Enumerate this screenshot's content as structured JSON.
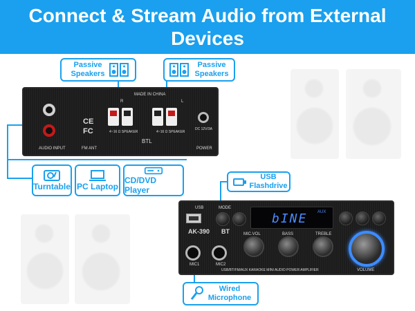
{
  "banner": {
    "title": "Connect & Stream Audio from External Devices"
  },
  "callouts": {
    "passive_left": {
      "line1": "Passive",
      "line2": "Speakers",
      "icon": "speaker-pair-icon"
    },
    "passive_right": {
      "line1": "Passive",
      "line2": "Speakers",
      "icon": "speaker-pair-icon"
    },
    "turntable": {
      "label": "Turntable",
      "icon": "turntable-icon"
    },
    "pc_laptop": {
      "label": "PC Laptop",
      "icon": "laptop-icon"
    },
    "cd_dvd": {
      "label": "CD/DVD Player",
      "icon": "cd-player-icon"
    },
    "usb": {
      "line1": "USB",
      "line2": "Flashdrive",
      "icon": "usb-drive-icon"
    },
    "mic": {
      "line1": "Wired",
      "line2": "Microphone",
      "icon": "microphone-icon"
    }
  },
  "amp_back": {
    "made_in": "MADE IN CHINA",
    "audio_input": "AUDIO INPUT",
    "btl": "BTL",
    "power": "POWER",
    "dc": "DC 12V/3A",
    "fm_ant": "FM ANT",
    "r_label": "R",
    "l_label": "L",
    "speaker_l": "4~16 Ω SPEAKER",
    "speaker_r": "4~16 Ω SPEAKER",
    "ce": "CE",
    "fc": "FC"
  },
  "amp_front": {
    "model": "AK-390",
    "bt": "BT",
    "usb": "USB",
    "mode": "MODE",
    "display_text": "bINE",
    "display_mode": "AUX",
    "mic_vol": "MIC.VOL",
    "bass": "BASS",
    "treble": "TREBLE",
    "mic1": "MIC1",
    "mic2": "MIC2",
    "volume": "VOLUME",
    "bottom_text": "USB/BT/FM/AUX KARAOKE MINI AUDIO POWER AMPLIFIER"
  },
  "colors": {
    "accent": "#1aa0ee",
    "led_blue": "#3d8cff",
    "amp_body": "#1b1b1b"
  }
}
